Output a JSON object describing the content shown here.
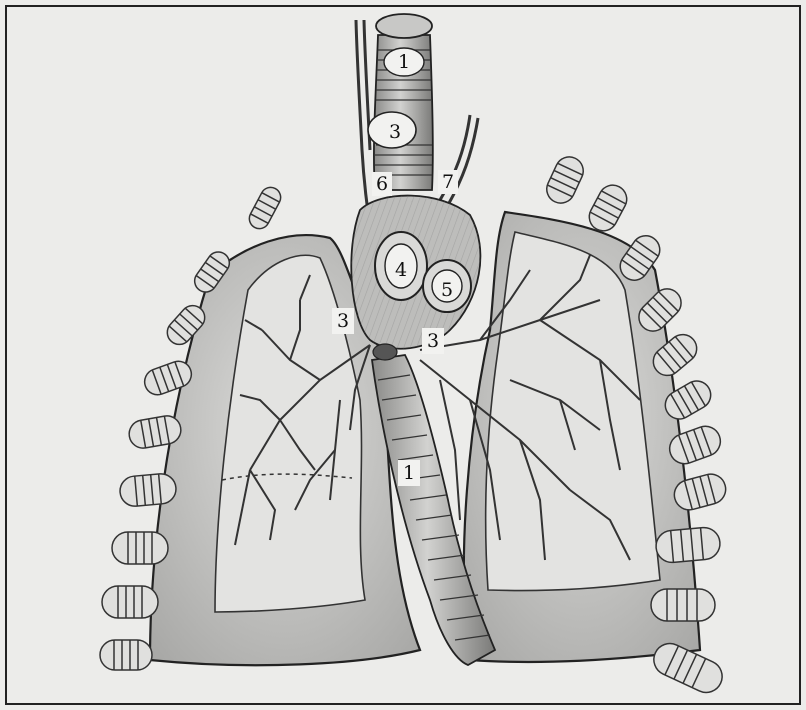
{
  "figure": {
    "labels": [
      {
        "id": "trachea-top",
        "text": "1"
      },
      {
        "id": "thyroid-ring-upper",
        "text": "3"
      },
      {
        "id": "left-nerve",
        "text": "6"
      },
      {
        "id": "right-nerve",
        "text": "7"
      },
      {
        "id": "aortic-vessel",
        "text": "4"
      },
      {
        "id": "pulmonary-vessel",
        "text": "5"
      },
      {
        "id": "left-bronchus",
        "text": "3"
      },
      {
        "id": "right-bronchus",
        "text": "3"
      },
      {
        "id": "esophagus",
        "text": "1"
      }
    ]
  }
}
